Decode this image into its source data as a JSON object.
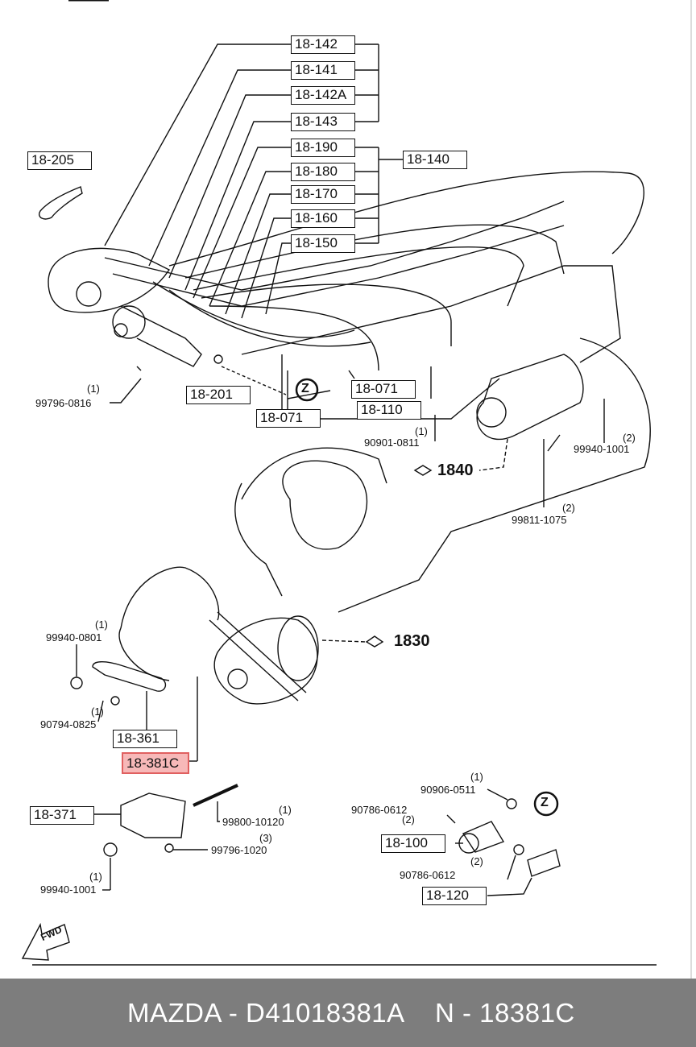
{
  "labels": {
    "b18_142": "18-142",
    "b18_141": "18-141",
    "b18_142a": "18-142A",
    "b18_143": "18-143",
    "b18_190": "18-190",
    "b18_180": "18-180",
    "b18_170": "18-170",
    "b18_160": "18-160",
    "b18_150": "18-150",
    "b18_140": "18-140",
    "b18_205": "18-205",
    "b18_201": "18-201",
    "b18_071a": "18-071",
    "b18_071b": "18-071",
    "b18_110": "18-110",
    "b18_361": "18-361",
    "b18_381c": "18-381C",
    "b18_371": "18-371",
    "b18_100": "18-100",
    "b18_120": "18-120"
  },
  "parts": {
    "p99796_0816": "99796-0816",
    "q99796_0816": "(1)",
    "p90901_0811": "90901-0811",
    "q90901_0811": "(1)",
    "p99940_1001a": "99940-1001",
    "q99940_1001a": "(2)",
    "p99811_1075": "99811-1075",
    "q99811_1075": "(2)",
    "p99940_0801": "99940-0801",
    "q99940_0801": "(1)",
    "p90794_0825": "90794-0825",
    "q90794_0825": "(1)",
    "p99800_10120": "99800-10120",
    "q99800_10120": "(1)",
    "p99796_1020": "99796-1020",
    "q99796_1020": "(3)",
    "p99940_1001b": "99940-1001",
    "q99940_1001b": "(1)",
    "p90906_0511": "90906-0511",
    "q90906_0511": "(1)",
    "p90786_0612a": "90786-0612",
    "q90786_0612a": "(2)",
    "p90786_0612b": "90786-0612",
    "q90786_0612b": "(2)"
  },
  "refs": {
    "r1840": "1840",
    "r1830": "1830",
    "z": "Z",
    "fwd": "FWD"
  },
  "footer": {
    "title": "MAZDA - D41018381A",
    "code": "N - 18381C"
  },
  "colors": {
    "highlight": "#f7b8b8",
    "highlight_border": "#e06060",
    "footer_bg": "#7d7d7d"
  }
}
